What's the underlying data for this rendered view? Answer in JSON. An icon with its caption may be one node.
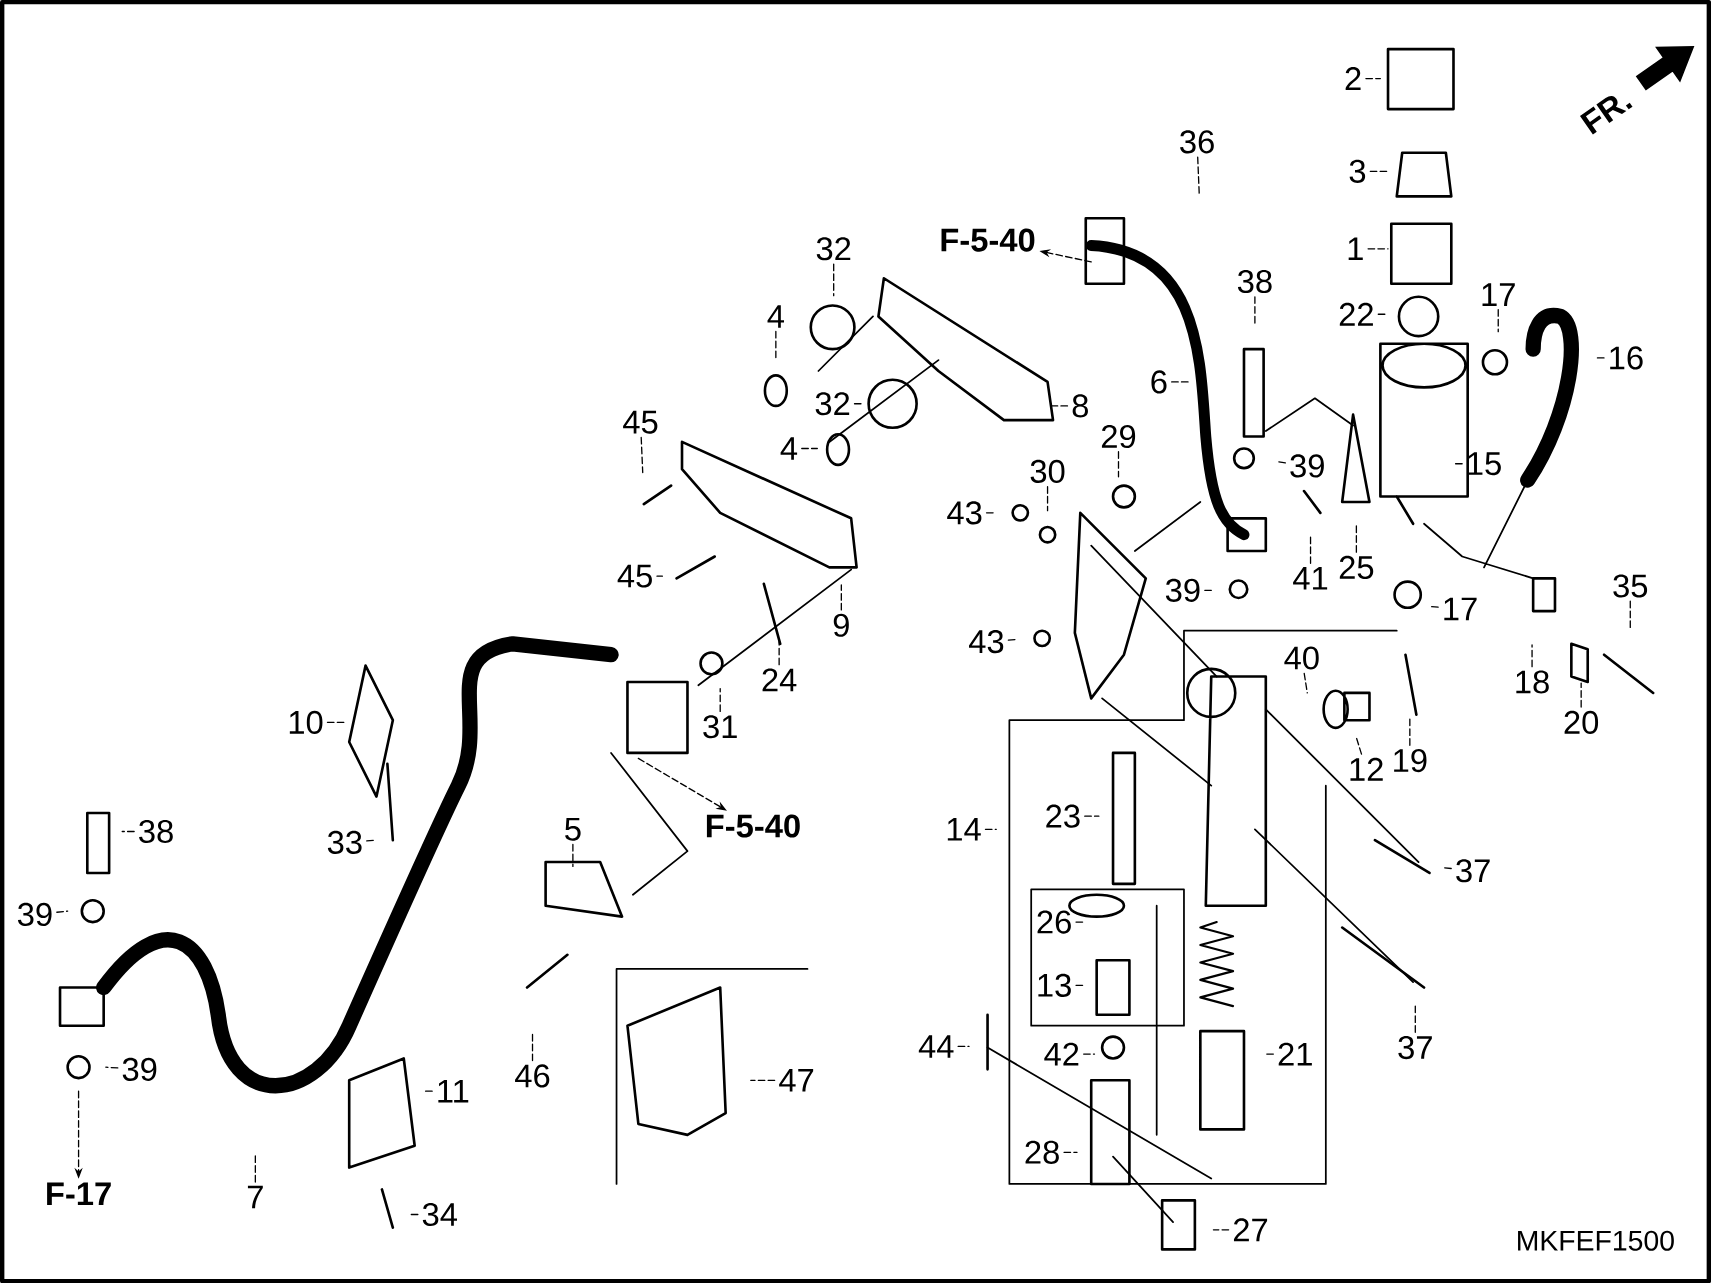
{
  "diagram": {
    "nodes": [
      {
        "text": [
          "2"
        ]
      },
      {
        "text": [
          "3"
        ]
      },
      {
        "text": [
          "1"
        ]
      },
      {
        "text": [
          "22"
        ]
      },
      {
        "text": [
          "17"
        ]
      },
      {
        "text": [
          "16"
        ]
      },
      {
        "text": [
          "15"
        ]
      },
      {
        "text": [
          "39"
        ]
      },
      {
        "text": [
          "38"
        ]
      },
      {
        "text": [
          "36"
        ]
      },
      {
        "text": [
          "6"
        ]
      },
      {
        "text": [
          "29"
        ]
      },
      {
        "text": [
          "30"
        ]
      },
      {
        "text": [
          "43"
        ]
      },
      {
        "text": [
          "43"
        ]
      },
      {
        "text": [
          "8"
        ]
      },
      {
        "text": [
          "32"
        ]
      },
      {
        "text": [
          "32"
        ]
      },
      {
        "text": [
          "4"
        ]
      },
      {
        "text": [
          "4"
        ]
      },
      {
        "text": [
          "45"
        ]
      },
      {
        "text": [
          "45"
        ]
      },
      {
        "text": [
          "9"
        ]
      },
      {
        "text": [
          "24"
        ]
      },
      {
        "text": [
          "31"
        ]
      },
      {
        "text": [
          "41"
        ]
      },
      {
        "text": [
          "25"
        ]
      },
      {
        "text": [
          "39"
        ]
      },
      {
        "text": [
          "17"
        ]
      },
      {
        "text": [
          "18"
        ]
      },
      {
        "text": [
          "35"
        ]
      },
      {
        "text": [
          "20"
        ]
      },
      {
        "text": [
          "40"
        ]
      },
      {
        "text": [
          "12"
        ]
      },
      {
        "text": [
          "19"
        ]
      },
      {
        "text": [
          "10"
        ]
      },
      {
        "text": [
          "33"
        ]
      },
      {
        "text": [
          "5"
        ]
      },
      {
        "text": [
          "38"
        ]
      },
      {
        "text": [
          "39"
        ]
      },
      {
        "text": [
          "39"
        ]
      },
      {
        "text": [
          "14"
        ]
      },
      {
        "text": [
          "23"
        ]
      },
      {
        "text": [
          "26"
        ]
      },
      {
        "text": [
          "13"
        ]
      },
      {
        "text": [
          "44"
        ]
      },
      {
        "text": [
          "42"
        ]
      },
      {
        "text": [
          "21"
        ]
      },
      {
        "text": [
          "28"
        ]
      },
      {
        "text": [
          "27"
        ]
      },
      {
        "text": [
          "37"
        ]
      },
      {
        "text": [
          "37"
        ]
      },
      {
        "text": [
          "46"
        ]
      },
      {
        "text": [
          "47"
        ]
      },
      {
        "text": [
          "11"
        ]
      },
      {
        "text": [
          "7"
        ]
      },
      {
        "text": [
          "34"
        ]
      },
      {
        "text": [
          "F-5-40"
        ]
      },
      {
        "text": [
          "F-5-40"
        ]
      },
      {
        "text": [
          "F-17"
        ]
      }
    ],
    "edges": [
      {
        "from": 0,
        "to": null,
        "arrow": "none"
      },
      {
        "from": 1,
        "to": null,
        "arrow": "none"
      },
      {
        "from": 2,
        "to": null,
        "arrow": "none"
      },
      {
        "from": 3,
        "to": null,
        "arrow": "none"
      },
      {
        "from": 4,
        "to": null,
        "arrow": "none"
      },
      {
        "from": 5,
        "to": null,
        "arrow": "none"
      },
      {
        "from": 6,
        "to": null,
        "arrow": "none"
      },
      {
        "from": 7,
        "to": null,
        "arrow": "none"
      },
      {
        "from": 8,
        "to": null,
        "arrow": "none"
      },
      {
        "from": 9,
        "to": null,
        "arrow": "none"
      },
      {
        "from": 10,
        "to": null,
        "arrow": "none"
      },
      {
        "from": 11,
        "to": null,
        "arrow": "none"
      },
      {
        "from": 12,
        "to": null,
        "arrow": "none"
      },
      {
        "from": 13,
        "to": null,
        "arrow": "none"
      },
      {
        "from": 14,
        "to": null,
        "arrow": "none"
      },
      {
        "from": 15,
        "to": null,
        "arrow": "none"
      },
      {
        "from": 16,
        "to": null,
        "arrow": "none"
      },
      {
        "from": 17,
        "to": null,
        "arrow": "none"
      },
      {
        "from": 18,
        "to": null,
        "arrow": "none"
      },
      {
        "from": 19,
        "to": null,
        "arrow": "none"
      },
      {
        "from": 20,
        "to": null,
        "arrow": "none"
      },
      {
        "from": 21,
        "to": null,
        "arrow": "none"
      },
      {
        "from": 22,
        "to": null,
        "arrow": "none"
      },
      {
        "from": 23,
        "to": null,
        "arrow": "none"
      },
      {
        "from": 24,
        "to": null,
        "arrow": "none"
      },
      {
        "from": 25,
        "to": null,
        "arrow": "none"
      },
      {
        "from": 26,
        "to": null,
        "arrow": "none"
      },
      {
        "from": 27,
        "to": null,
        "arrow": "none"
      },
      {
        "from": 28,
        "to": null,
        "arrow": "none"
      },
      {
        "from": 29,
        "to": null,
        "arrow": "none"
      },
      {
        "from": 30,
        "to": null,
        "arrow": "none"
      },
      {
        "from": 31,
        "to": null,
        "arrow": "none"
      },
      {
        "from": 32,
        "to": null,
        "arrow": "none"
      },
      {
        "from": 33,
        "to": null,
        "arrow": "none"
      },
      {
        "from": 34,
        "to": null,
        "arrow": "none"
      },
      {
        "from": 35,
        "to": null,
        "arrow": "none"
      },
      {
        "from": 36,
        "to": null,
        "arrow": "none"
      },
      {
        "from": 37,
        "to": null,
        "arrow": "none"
      },
      {
        "from": 38,
        "to": null,
        "arrow": "none"
      },
      {
        "from": 39,
        "to": null,
        "arrow": "none"
      },
      {
        "from": 40,
        "to": null,
        "arrow": "none"
      },
      {
        "from": 41,
        "to": null,
        "arrow": "none"
      },
      {
        "from": 42,
        "to": null,
        "arrow": "none"
      },
      {
        "from": 43,
        "to": null,
        "arrow": "none"
      },
      {
        "from": 44,
        "to": null,
        "arrow": "none"
      },
      {
        "from": 45,
        "to": null,
        "arrow": "none"
      },
      {
        "from": 46,
        "to": null,
        "arrow": "none"
      },
      {
        "from": 47,
        "to": null,
        "arrow": "none"
      },
      {
        "from": 48,
        "to": null,
        "arrow": "none"
      },
      {
        "from": 49,
        "to": null,
        "arrow": "none"
      },
      {
        "from": 50,
        "to": null,
        "arrow": "none"
      },
      {
        "from": 51,
        "to": null,
        "arrow": "none"
      },
      {
        "from": 52,
        "to": null,
        "arrow": "none"
      },
      {
        "from": 53,
        "to": null,
        "arrow": "none"
      },
      {
        "from": 54,
        "to": null,
        "arrow": "none"
      },
      {
        "from": 55,
        "to": null,
        "arrow": "none"
      },
      {
        "from": 56,
        "to": null,
        "arrow": "none"
      },
      {
        "from": null,
        "to": 57,
        "arrow": "to"
      },
      {
        "from": null,
        "to": 58,
        "arrow": "to"
      },
      {
        "from": null,
        "to": 59,
        "arrow": "to"
      }
    ],
    "labels": [
      "FR.",
      "MKFEF1500"
    ]
  }
}
